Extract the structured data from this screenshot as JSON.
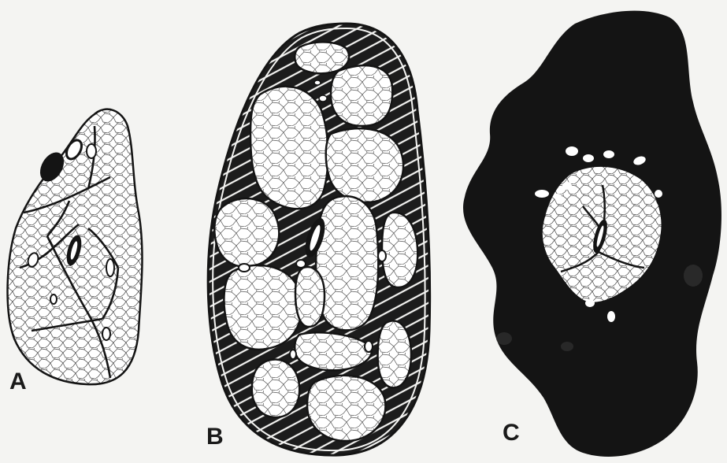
{
  "figure": {
    "panels": [
      {
        "id": "A",
        "label": "A"
      },
      {
        "id": "B",
        "label": "B"
      },
      {
        "id": "C",
        "label": "C"
      }
    ],
    "colors": {
      "ink": "#141414",
      "paper": "#f4f4f2",
      "fascicle_fill": "#ffffff",
      "stroma": "#1c1c1c"
    }
  }
}
